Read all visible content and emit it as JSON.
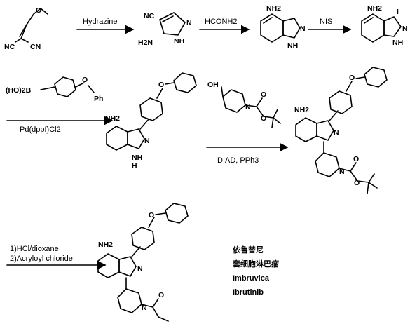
{
  "reagents": {
    "step1": "Hydrazine",
    "step2": "HCONH2",
    "step3": "NIS",
    "step4_catalyst": "Pd(dppf)Cl2",
    "step5_conditions": "DIAD, PPh3",
    "step6_line1": "1)HCl/dioxane",
    "step6_line2": "2)Acryloyl chloride"
  },
  "atoms": {
    "NH2": "NH2",
    "N": "N",
    "NH": "NH",
    "H": "H",
    "I": "I",
    "O": "O",
    "OH": "OH",
    "Ph": "Ph",
    "boronic": "(HO)2B",
    "NC": "NC",
    "CN": "CN",
    "H2N": "H2N"
  },
  "drug_names": {
    "cn_name": "依鲁替尼",
    "cn_indication": "套细胞淋巴瘤",
    "brand": "Imbruvica",
    "generic": "Ibrutinib"
  }
}
